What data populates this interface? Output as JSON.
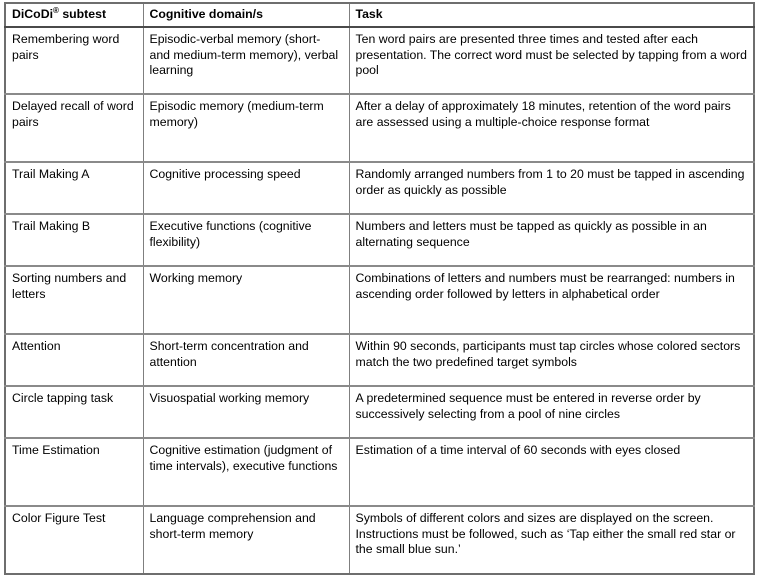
{
  "table": {
    "columns": [
      {
        "key": "subtest",
        "label": "DiCoDi",
        "label_suffix": "®",
        "label_tail": " subtest"
      },
      {
        "key": "domain",
        "label": "Cognitive domain/s"
      },
      {
        "key": "task",
        "label": "Task"
      }
    ],
    "rows": [
      {
        "subtest": "Remembering word pairs",
        "domain": "Episodic-verbal memory (short- and medium-term memory), verbal learning",
        "task": "Ten word pairs are presented three times and tested after each presentation. The correct word must be selected by tapping from a word pool"
      },
      {
        "subtest": "Delayed recall of word pairs",
        "domain": "Episodic memory (medium-term memory)",
        "task": "After a delay of approximately 18 minutes, retention of the word pairs are assessed using a multiple-choice response format"
      },
      {
        "subtest": "Trail Making A",
        "domain": "Cognitive processing speed",
        "task": "Randomly arranged numbers from 1 to 20 must be tapped in ascending order as quickly as possible"
      },
      {
        "subtest": "Trail Making B",
        "domain": "Executive functions (cognitive flexibility)",
        "task": "Numbers and letters must be tapped as quickly as possible in an alternating sequence"
      },
      {
        "subtest": "Sorting numbers and letters",
        "domain": "Working memory",
        "task": "Combinations of letters and numbers must be rearranged: numbers in ascending order followed by letters in alphabetical order"
      },
      {
        "subtest": "Attention",
        "domain": "Short-term concentration and attention",
        "task": "Within 90 seconds, participants must tap circles whose colored sectors match the two predefined target symbols"
      },
      {
        "subtest": "Circle tapping task",
        "domain": "Visuospatial working memory",
        "task": "A predetermined sequence must be entered in reverse order by successively selecting from a pool of nine circles"
      },
      {
        "subtest": "Time Estimation",
        "domain": "Cognitive estimation (judgment of time intervals), executive functions",
        "task": "Estimation of a time interval of 60 seconds with eyes closed"
      },
      {
        "subtest": "Color Figure Test",
        "domain": "Language comprehension and short-term memory",
        "task": "Symbols of different colors and sizes are displayed on the screen. Instructions must be followed, such as ‘Tap either the small red star or the small blue sun.’"
      }
    ]
  },
  "colors": {
    "text": "#000000",
    "border": "#7f7f7f",
    "border_strong": "#4a4a4a",
    "background": "#ffffff"
  }
}
